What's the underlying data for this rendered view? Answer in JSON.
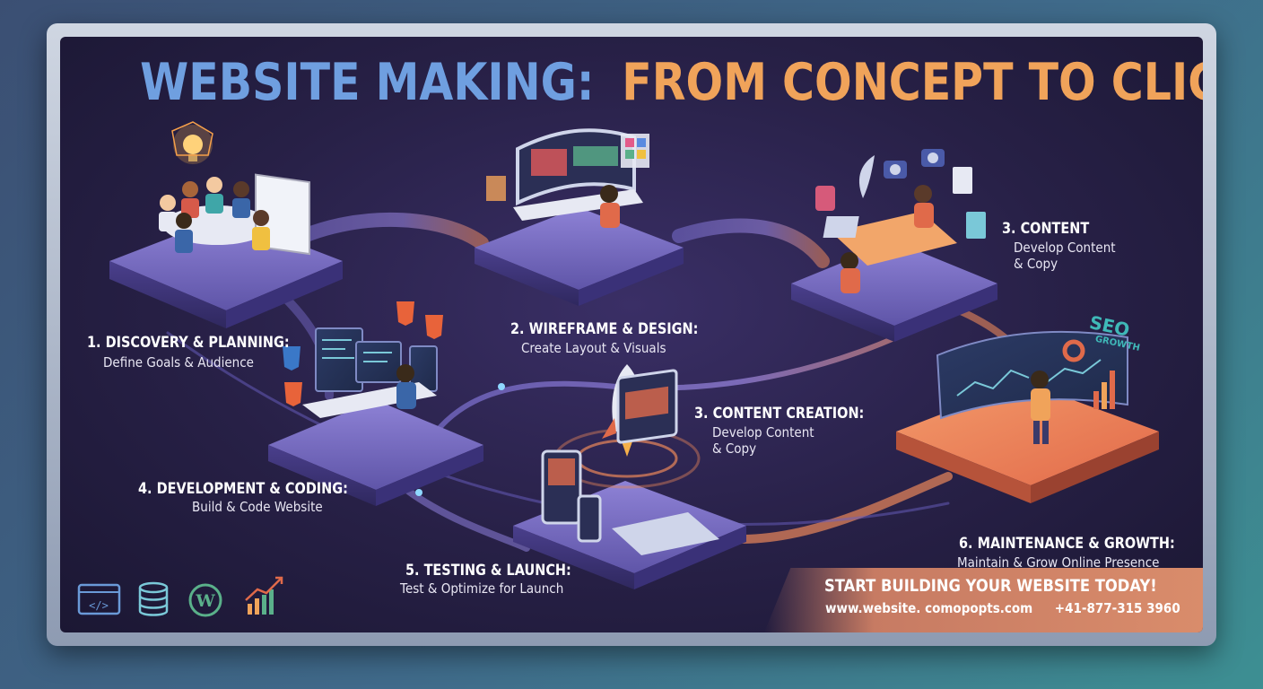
{
  "title": {
    "part1": "WEBSITE MAKING:",
    "part2": "FROM CONCEPT TO CLICK"
  },
  "colors": {
    "title_blue": "#6f9fe0",
    "title_orange": "#f0a35a",
    "panel": "#272046",
    "accent_orange": "#e8774c"
  },
  "steps": [
    {
      "head": "1. DISCOVERY & PLANNING:",
      "sub": "Define Goals & Audience",
      "icon": "team-meeting-icon"
    },
    {
      "head": "2. WIREFRAME & DESIGN:",
      "sub": "Create Layout & Visuals",
      "icon": "designer-desk-icon"
    },
    {
      "head": "3. CONTENT",
      "sub1": "Develop Content",
      "sub2": "& Copy",
      "icon": "content-writers-icon"
    },
    {
      "head": "3. CONTENT CREATION:",
      "sub1": "Develop Content",
      "sub2": "& Copy",
      "icon": "rocket-icon"
    },
    {
      "head": "4. DEVELOPMENT & CODING:",
      "sub": "Build & Code Website",
      "icon": "developer-desk-icon"
    },
    {
      "head": "5. TESTING & LAUNCH:",
      "sub": "Test & Optimize for Launch",
      "icon": "devices-icon"
    },
    {
      "head": "6. MAINTENANCE & GROWTH:",
      "sub": "Maintain & Grow Online Presence",
      "icon": "analytics-dashboard-icon"
    }
  ],
  "seo": {
    "line1": "SEO",
    "line2": "GROWTH"
  },
  "cta": {
    "headline": "START BUILDING YOUR WEBSITE TODAY!",
    "url": "www.website. comopopts.com",
    "phone": "+41-877-315 3960"
  },
  "bottom_icons": [
    "code-icon",
    "database-icon",
    "wordpress-icon",
    "growth-chart-icon"
  ]
}
